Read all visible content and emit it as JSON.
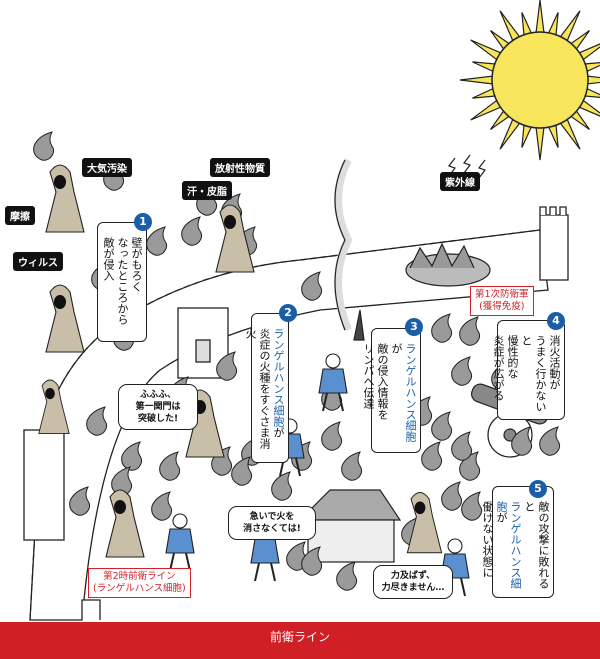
{
  "tags": {
    "air_pollution": "大気汚染",
    "radiation": "放射性物質",
    "friction": "摩擦",
    "sweat": "汗・皮脂",
    "virus": "ウィルス",
    "uv": "紫外線"
  },
  "steps": [
    {
      "num": "1",
      "lines": [
        "壁がもろく",
        "なったところから",
        "敵が侵入"
      ]
    },
    {
      "num": "2",
      "highlight": "ランゲルハンス細胞",
      "after": "が",
      "lines": [
        "炎症の火種をすぐさま消火"
      ]
    },
    {
      "num": "3",
      "highlight": "ランゲルハンス細胞",
      "after": "が",
      "lines": [
        "敵の侵入情報を",
        "リンパへ伝達"
      ]
    },
    {
      "num": "4",
      "lines": [
        "消火活動が",
        "うまく行かないと",
        "慢性的な",
        "炎症が広がる"
      ]
    },
    {
      "num": "5",
      "lines": [
        "敵の攻撃に敗れると"
      ],
      "highlight": "ランゲルハンス細胞",
      "after": "が",
      "tail": "働けない状態に"
    }
  ],
  "labels": {
    "first_defense_1": "第1次防衛軍",
    "first_defense_2": "(獲得免疫)",
    "second_defense_1": "第2時前衛ライン",
    "second_defense_2": "(ランゲルハンス細胞)"
  },
  "bubbles": {
    "gate": [
      "ふふふ、",
      "第一関門は",
      "突破した!"
    ],
    "fire": [
      "急いで火を",
      "消さなくては!"
    ],
    "weak": [
      "力及ばず、",
      "力尽きません…"
    ]
  },
  "front_line": "前衛ライン",
  "colors": {
    "accent_blue": "#1a5ea8",
    "accent_red": "#d2232a",
    "front_bar": "#d11f26"
  }
}
